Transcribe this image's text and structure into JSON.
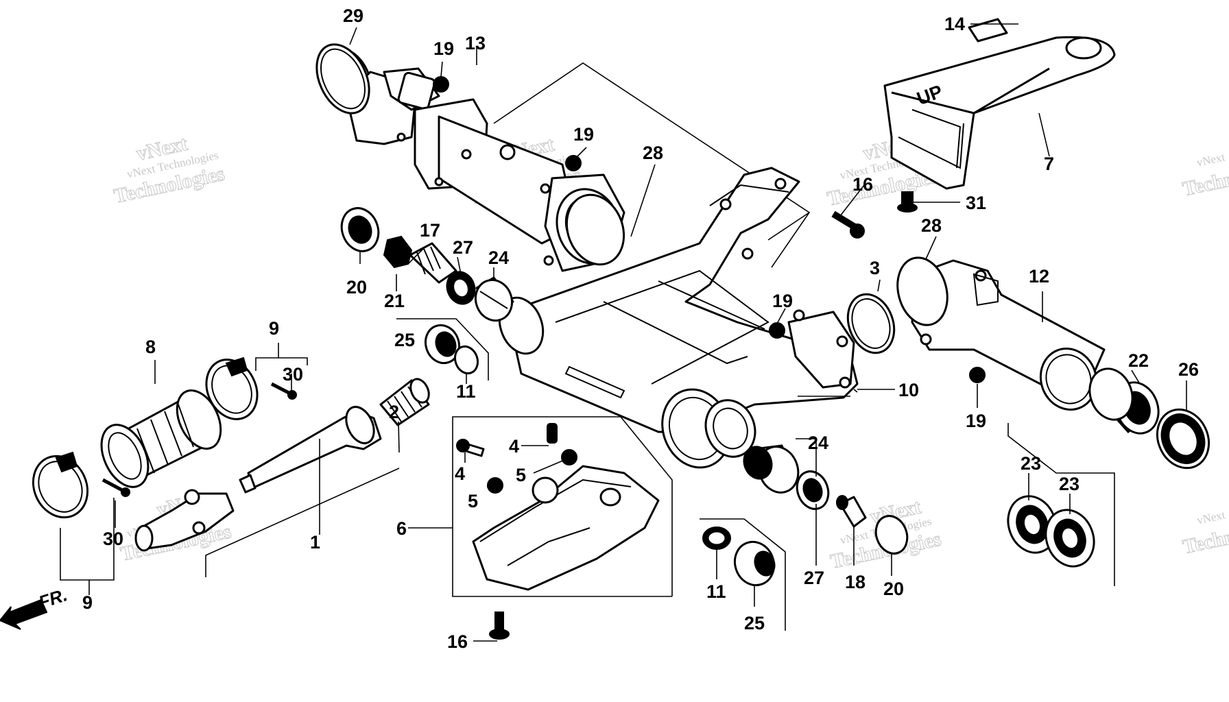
{
  "diagram": {
    "callouts": {
      "c1": "1",
      "c2": "2",
      "c3": "3",
      "c4a": "4",
      "c4b": "4",
      "c5a": "5",
      "c5b": "5",
      "c6": "6",
      "c7": "7",
      "c8": "8",
      "c9a": "9",
      "c9b": "9",
      "c10": "10",
      "c11a": "11",
      "c11b": "11",
      "c12": "12",
      "c13": "13",
      "c14": "14",
      "c16a": "16",
      "c16b": "16",
      "c17": "17",
      "c18": "18",
      "c19a": "19",
      "c19b": "19",
      "c19c": "19",
      "c19d": "19",
      "c20a": "20",
      "c20b": "20",
      "c21": "21",
      "c22": "22",
      "c23a": "23",
      "c23b": "23",
      "c24a": "24",
      "c24b": "24",
      "c25a": "25",
      "c25b": "25",
      "c26": "26",
      "c27a": "27",
      "c27b": "27",
      "c28a": "28",
      "c28b": "28",
      "c29": "29",
      "c30a": "30",
      "c30b": "30",
      "c31": "31"
    },
    "arm_stamp": "UP",
    "front_indicator": "FR."
  },
  "watermarks": {
    "brand_big": "vNext",
    "brand_word": "Technologies",
    "brand_full": "vNext Technologies"
  }
}
